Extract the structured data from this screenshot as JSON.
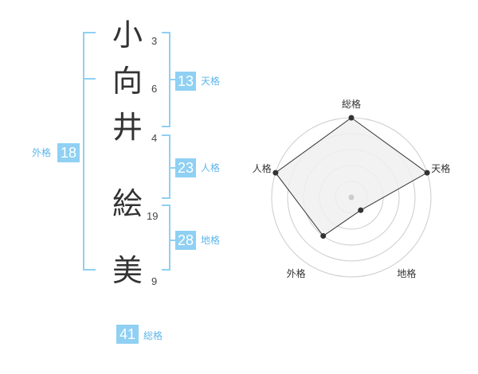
{
  "name": {
    "characters": [
      {
        "char": "小",
        "strokes": "3"
      },
      {
        "char": "向",
        "strokes": "6"
      },
      {
        "char": "井",
        "strokes": "4"
      },
      {
        "char": "絵",
        "strokes": "19"
      },
      {
        "char": "美",
        "strokes": "9"
      }
    ]
  },
  "fortune": {
    "tenkaku": {
      "value": "13",
      "label": "天格"
    },
    "jinkaku": {
      "value": "23",
      "label": "人格"
    },
    "chikaku": {
      "value": "28",
      "label": "地格"
    },
    "gaikaku": {
      "value": "18",
      "label": "外格"
    },
    "soukaku": {
      "value": "41",
      "label": "総格"
    }
  },
  "colors": {
    "accent": "#8fd0f3",
    "accent_text": "#5fb6ea",
    "bracket": "#8fd0f3",
    "grid": "#cccccc",
    "fill": "#f0f0f0",
    "polygon": "#333333"
  },
  "chart_data": {
    "type": "radar",
    "axes": [
      "総格",
      "天格",
      "地格",
      "外格",
      "人格"
    ],
    "values": [
      5,
      5,
      1,
      3,
      5
    ],
    "range": [
      0,
      5
    ]
  }
}
